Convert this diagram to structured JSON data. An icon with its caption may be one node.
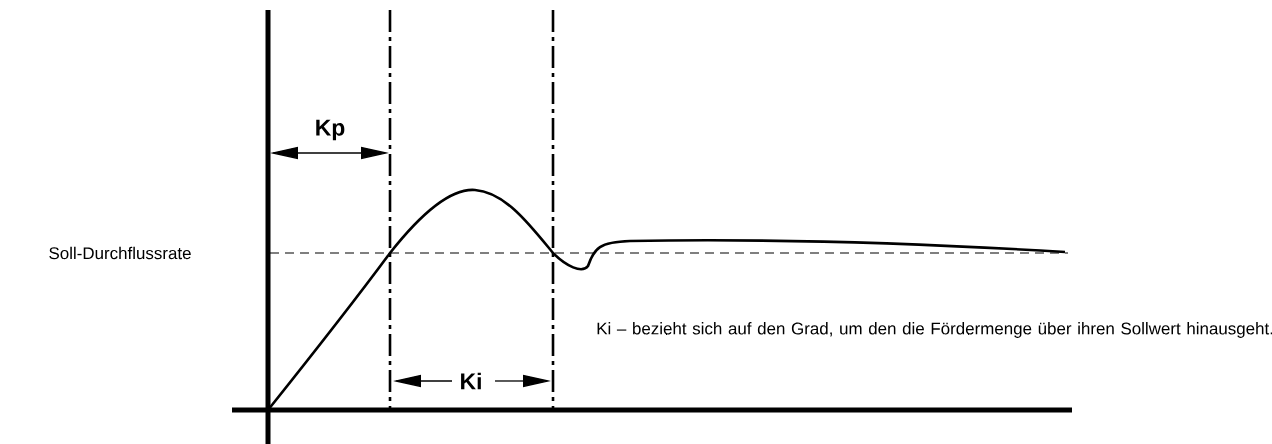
{
  "diagram": {
    "labels": [
      "Kp",
      "Soll-Durchflussrate",
      "Ki – bezieht sich auf den Grad, um den die Fördermenge über ihren Sollwert hinausgeht.",
      "Ki"
    ]
  }
}
